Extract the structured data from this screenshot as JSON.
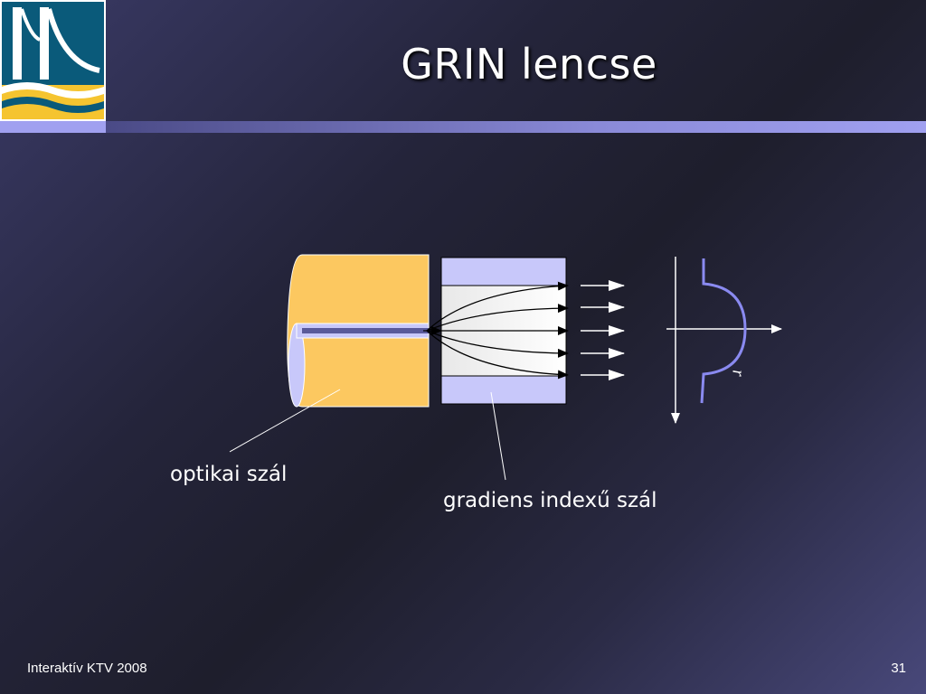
{
  "slide": {
    "title": "GRIN lencse",
    "footer_left": "Interaktív KTV 2008",
    "page_number": "31"
  },
  "diagram": {
    "optical_fiber_label": "optikai szál",
    "grin_fiber_label": "gradiens indexű szál",
    "profile_axis_symbol": "r"
  },
  "colors": {
    "fiber_fill": "#fcc860",
    "grin_cladding_fill": "#c8c8fa",
    "profile_curve": "#8a8af0",
    "header_bar": "#a0a0f0",
    "logo_blue": "#0a5a7a",
    "logo_yellow": "#f5c430"
  }
}
